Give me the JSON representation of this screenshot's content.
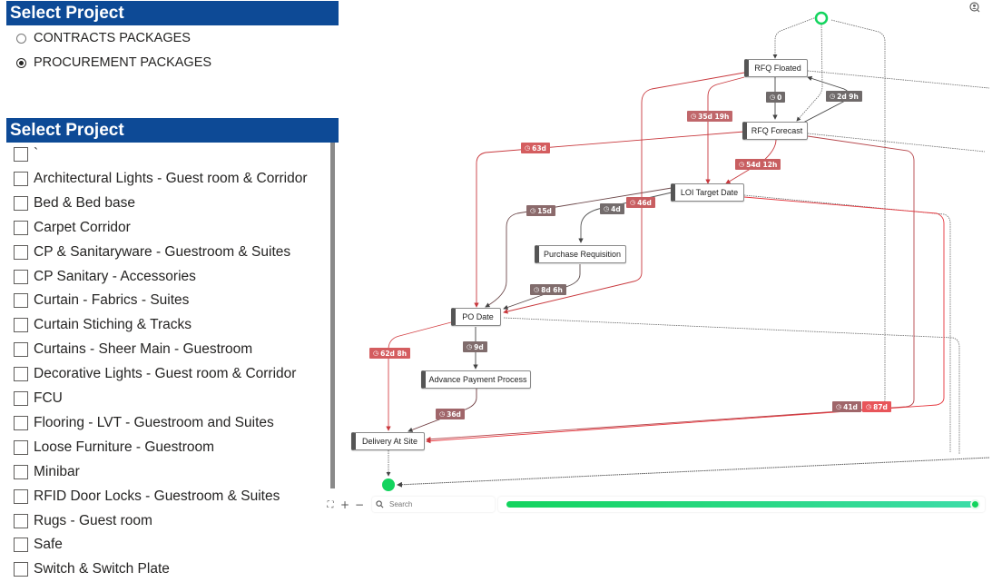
{
  "slicer1": {
    "title": "Select Project",
    "options": [
      {
        "label": "CONTRACTS PACKAGES",
        "checked": false
      },
      {
        "label": "PROCUREMENT PACKAGES",
        "checked": true
      }
    ]
  },
  "slicer2": {
    "title": "Select Project",
    "items": [
      {
        "label": "`"
      },
      {
        "label": "Architectural Lights - Guest room & Corridor"
      },
      {
        "label": "Bed & Bed base"
      },
      {
        "label": "Carpet Corridor"
      },
      {
        "label": "CP & Sanitaryware - Guestroom & Suites"
      },
      {
        "label": "CP Sanitary - Accessories"
      },
      {
        "label": "Curtain - Fabrics - Suites"
      },
      {
        "label": "Curtain Stiching & Tracks"
      },
      {
        "label": "Curtains - Sheer Main - Guestroom"
      },
      {
        "label": "Decorative Lights - Guest room & Corridor"
      },
      {
        "label": "FCU"
      },
      {
        "label": "Flooring - LVT - Guestroom and Suites"
      },
      {
        "label": "Loose Furniture - Guestroom"
      },
      {
        "label": "Minibar"
      },
      {
        "label": "RFID Door Locks - Guestroom & Suites"
      },
      {
        "label": "Rugs - Guest room"
      },
      {
        "label": "Safe"
      },
      {
        "label": "Switch & Switch Plate"
      }
    ]
  },
  "process_map": {
    "nodes": [
      {
        "id": "rfq_floated",
        "label": "RFQ Floated"
      },
      {
        "id": "rfq_forecast",
        "label": "RFQ Forecast"
      },
      {
        "id": "loi_target",
        "label": "LOI Target Date"
      },
      {
        "id": "purchase_req",
        "label": "Purchase Requisition"
      },
      {
        "id": "po_date",
        "label": "PO Date"
      },
      {
        "id": "advance_payment",
        "label": "Advance Payment Process"
      },
      {
        "id": "delivery",
        "label": "Delivery At Site"
      }
    ],
    "durations": [
      {
        "label": "0",
        "color": "#6f6a6a"
      },
      {
        "label": "2d 9h",
        "color": "#6f6a6a"
      },
      {
        "label": "35d 19h",
        "color": "#c0676b"
      },
      {
        "label": "63d",
        "color": "#d45d5f"
      },
      {
        "label": "54d 12h",
        "color": "#c85e61"
      },
      {
        "label": "15d",
        "color": "#8b6a6b"
      },
      {
        "label": "4d",
        "color": "#736c6c"
      },
      {
        "label": "46d",
        "color": "#c85e61"
      },
      {
        "label": "8d 6h",
        "color": "#806c6c"
      },
      {
        "label": "9d",
        "color": "#806c6c"
      },
      {
        "label": "62d 8h",
        "color": "#d45d5f"
      },
      {
        "label": "36d",
        "color": "#a0666a"
      },
      {
        "label": "41d",
        "color": "#a0666a"
      },
      {
        "label": "87d",
        "color": "#e8555a"
      }
    ],
    "clock_glyph": "◷",
    "start_color": "#13d45e",
    "end_color": "#13d45e"
  },
  "toolbar": {
    "fit_icon": "⛶",
    "zoom_in": "+",
    "zoom_out": "−",
    "search_placeholder": "Search",
    "slider_value_percent": 100
  }
}
